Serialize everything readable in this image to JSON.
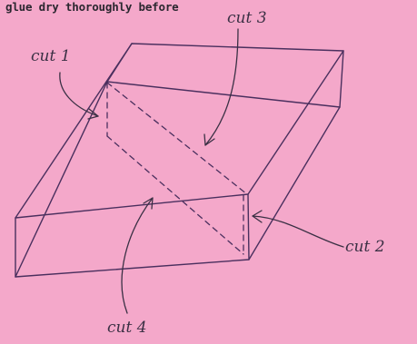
{
  "header": {
    "caption_text": "glue dry thoroughly before"
  },
  "diagram": {
    "labels": {
      "cut1": "cut 1",
      "cut2": "cut 2",
      "cut3": "cut 3",
      "cut4": "cut 4"
    },
    "colors": {
      "background": "#f4a8ca",
      "ink": "#4a2f5e"
    }
  }
}
